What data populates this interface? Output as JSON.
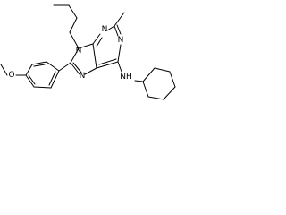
{
  "figure": {
    "type": "chemical-structure",
    "colors": {
      "background": "#ffffff",
      "ink": "#000000"
    },
    "atom_labels": {
      "n7": "N",
      "n1": "N",
      "n3": "N",
      "n9": "N",
      "o": "O",
      "nh": "NH"
    }
  }
}
